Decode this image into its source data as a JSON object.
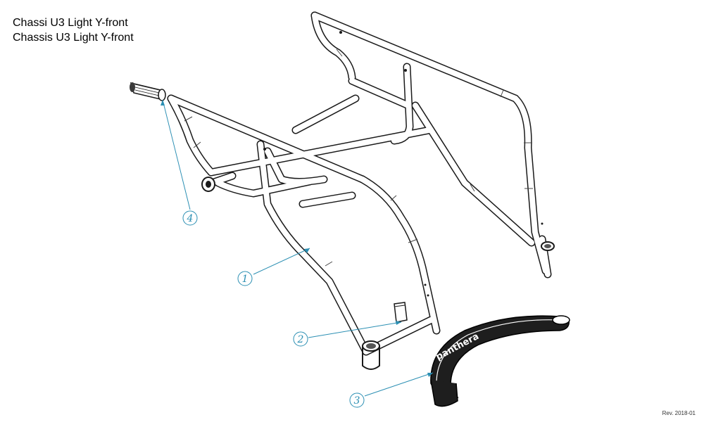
{
  "title": {
    "line1": "Chassi U3 Light Y-front",
    "line2": "Chassis U3 Light Y-front"
  },
  "revision": "Rev. 2018-01",
  "callouts": [
    {
      "number": "1"
    },
    {
      "number": "2"
    },
    {
      "number": "3"
    },
    {
      "number": "4"
    }
  ],
  "guard_logo_text": "panthera",
  "colors": {
    "callout": "#2b8fb3",
    "lines": "#1a1a1a",
    "guard": "#1e1e1e"
  }
}
